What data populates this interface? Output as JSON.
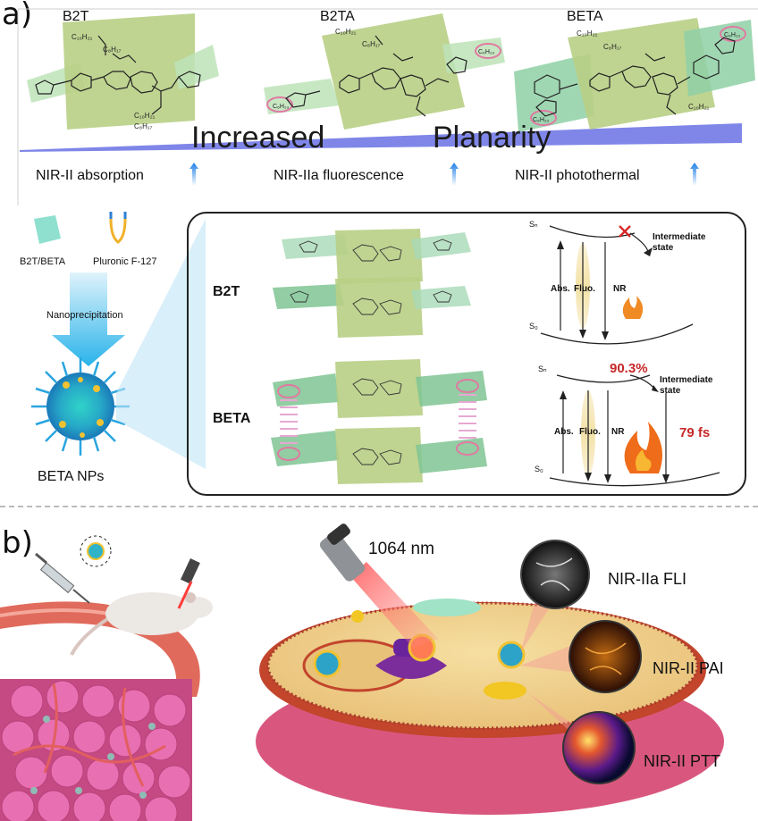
{
  "panel_a": {
    "label": "a)",
    "molecules": [
      "B2T",
      "B2TA",
      "BETA"
    ],
    "planarity_words": [
      "Increased",
      "Planarity"
    ],
    "properties": [
      "NIR-II absorption",
      "NIR-IIa fluorescence",
      "NIR-II photothermal"
    ],
    "substituents": {
      "c10h21": "C₁₀H₂₁",
      "c8h17": "C₈H₁₇",
      "c6h13": "C₆H₁₃"
    },
    "prep": {
      "material_label": "B2T/BETA",
      "surfactant_label": "Pluronic F-127",
      "process_label": "Nanoprecipitation",
      "product_label": "BETA NPs"
    },
    "stack_labels": [
      "B2T",
      "BETA"
    ],
    "energy": {
      "sn": "Sₙ",
      "s0": "S₀",
      "abs": "Abs.",
      "fluo": "Fluo.",
      "nr": "NR",
      "intermediate_state": "Intermediate state",
      "percent": "90.3%",
      "time": "79 fs"
    }
  },
  "panel_b": {
    "label": "b)",
    "laser_label": "1064 nm",
    "modalities": [
      "NIR-IIa FLI",
      "NIR-II PAI",
      "NIR-II PTT"
    ]
  }
}
